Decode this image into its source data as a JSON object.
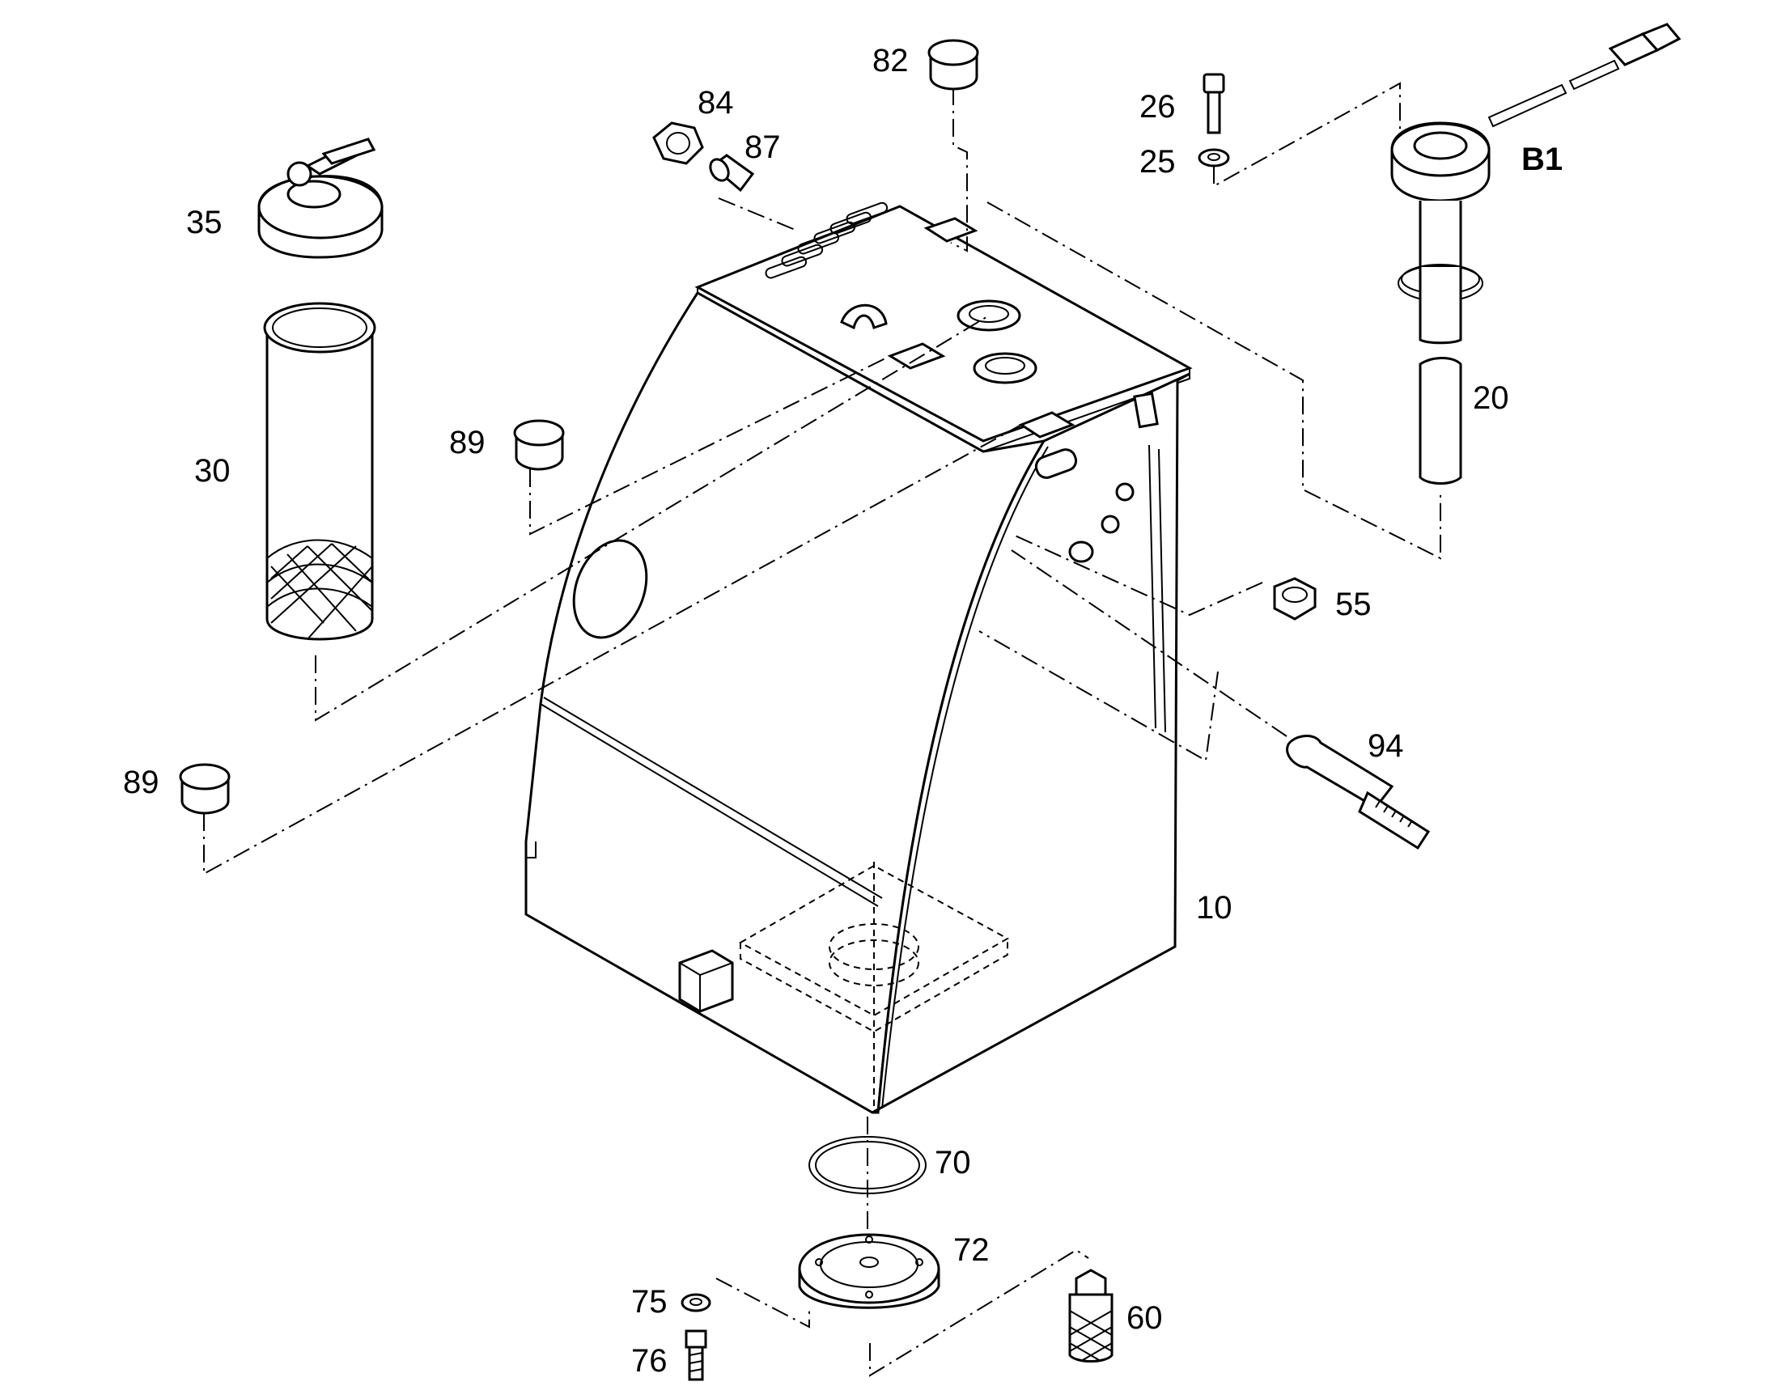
{
  "diagram": {
    "callouts": [
      {
        "id": "p10",
        "text": "10"
      },
      {
        "id": "p20",
        "text": "20"
      },
      {
        "id": "p25",
        "text": "25"
      },
      {
        "id": "p26",
        "text": "26"
      },
      {
        "id": "p30",
        "text": "30"
      },
      {
        "id": "p35",
        "text": "35"
      },
      {
        "id": "p55",
        "text": "55"
      },
      {
        "id": "p60",
        "text": "60"
      },
      {
        "id": "p70",
        "text": "70"
      },
      {
        "id": "p72",
        "text": "72"
      },
      {
        "id": "p75",
        "text": "75"
      },
      {
        "id": "p76",
        "text": "76"
      },
      {
        "id": "p82",
        "text": "82"
      },
      {
        "id": "p84",
        "text": "84"
      },
      {
        "id": "p87",
        "text": "87"
      },
      {
        "id": "p89a",
        "text": "89"
      },
      {
        "id": "p89b",
        "text": "89"
      },
      {
        "id": "p94",
        "text": "94"
      },
      {
        "id": "pB1",
        "text": "B1"
      }
    ]
  }
}
